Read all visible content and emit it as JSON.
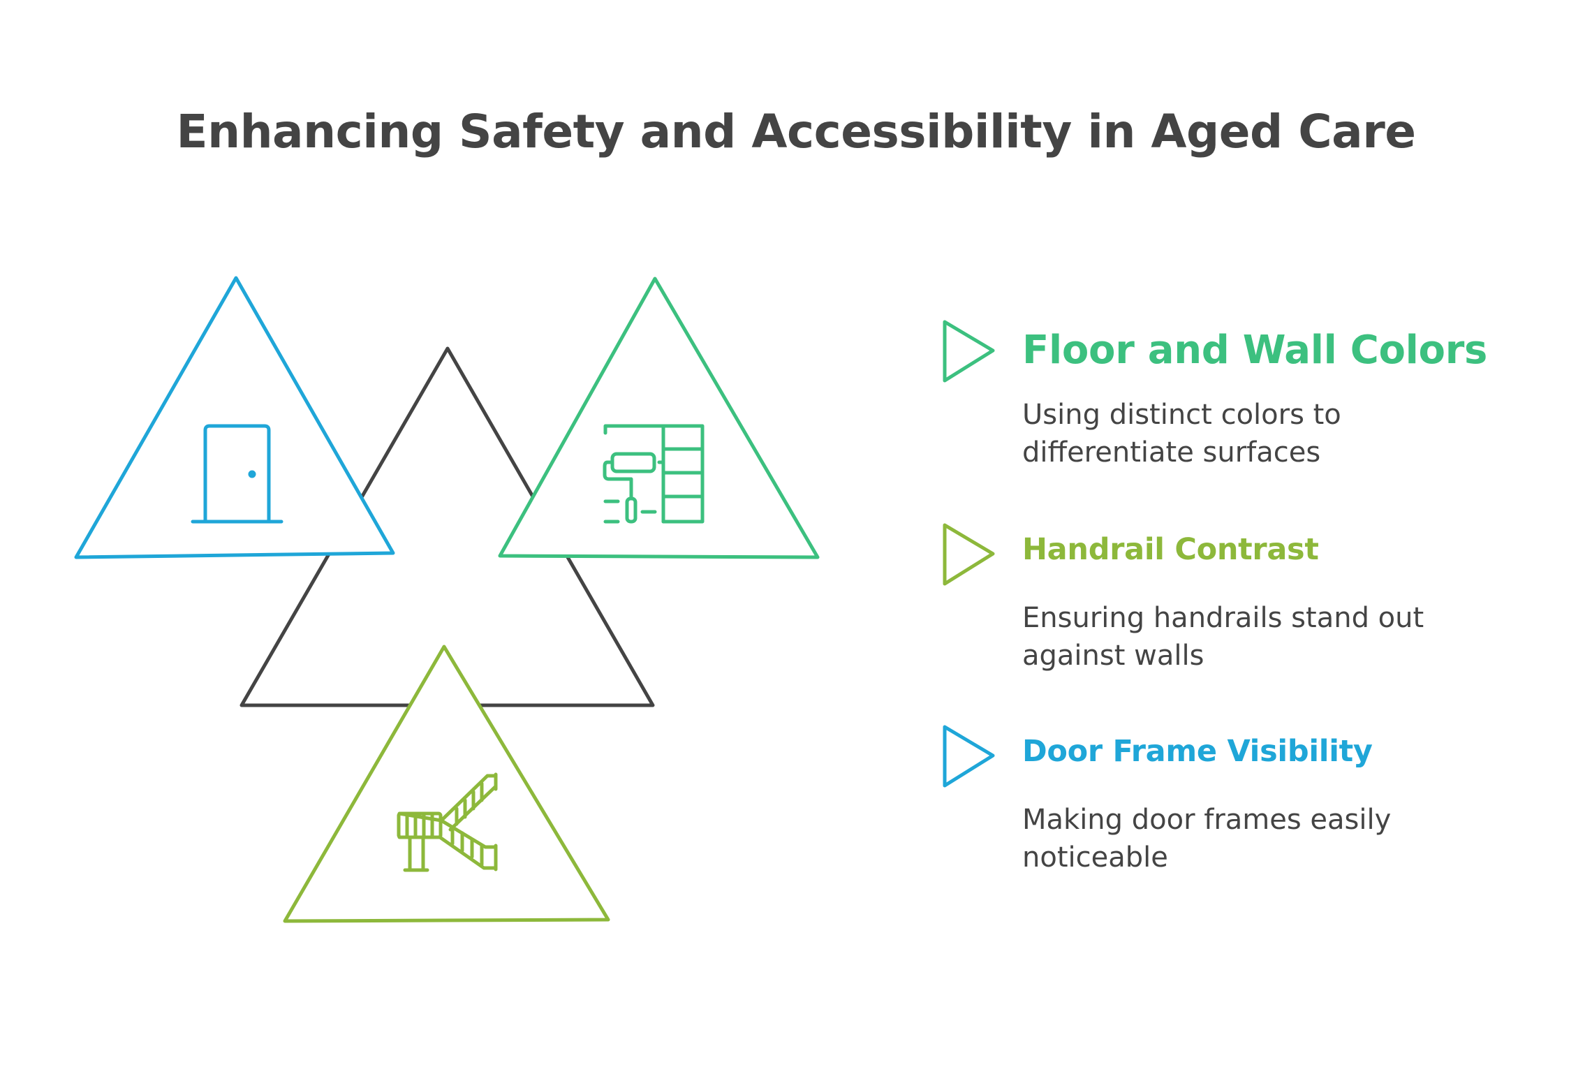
{
  "title": "Enhancing Safety and Accessibility in Aged Care",
  "items": [
    {
      "title": "Floor and Wall Colors",
      "description": "Using distinct colors to differentiate surfaces",
      "color": "#3cc07f",
      "icon": "paint-roller-wall-icon"
    },
    {
      "title": "Handrail Contrast",
      "description": "Ensuring handrails stand out against walls",
      "color": "#8db83b",
      "icon": "staircase-handrail-icon"
    },
    {
      "title": "Door Frame Visibility",
      "description": "Making door frames easily noticeable",
      "color": "#1fa6d8",
      "icon": "door-icon"
    }
  ],
  "colors": {
    "title_text": "#444444",
    "center_triangle": "#444444",
    "body_text": "#444444"
  }
}
